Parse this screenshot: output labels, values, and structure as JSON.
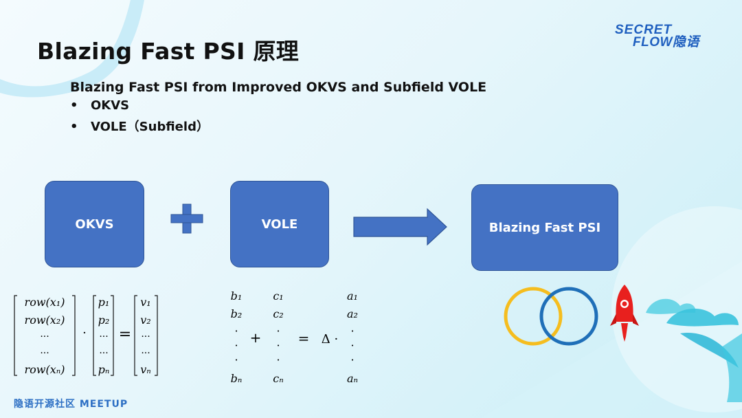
{
  "slide": {
    "title": "Blazing Fast PSI 原理",
    "subtitle": "Blazing Fast PSI from Improved OKVS and Subfield VOLE",
    "bullets": [
      {
        "marker": "•",
        "text": "OKVS"
      },
      {
        "marker": "•",
        "text": "VOLE（Subfield）"
      }
    ]
  },
  "logo": {
    "line1": "SECRET",
    "line2": "FLOW隐语"
  },
  "footer": {
    "text": "隐语开源社区 MEETUP"
  },
  "diagram": {
    "box_okvs": "OKVS",
    "box_vole": "VOLE",
    "box_result": "Blazing Fast PSI",
    "operator_plus": "+",
    "operator_arrow": "→"
  },
  "equation_okvs": {
    "rows": [
      "row(x₁)",
      "row(x₂)",
      "···",
      "···",
      "row(xₙ)"
    ],
    "p": [
      "p₁",
      "p₂",
      "···",
      "···",
      "pₙ"
    ],
    "v": [
      "v₁",
      "v₂",
      "···",
      "···",
      "vₙ"
    ],
    "dot": "·",
    "equals": "="
  },
  "equation_vole": {
    "b": [
      "b₁",
      "b₂",
      "·",
      "·",
      "·",
      "bₙ"
    ],
    "c": [
      "c₁",
      "c₂",
      "·",
      "·",
      "·",
      "cₙ"
    ],
    "a": [
      "a₁",
      "a₂",
      "·",
      "·",
      "·",
      "aₙ"
    ],
    "plus": "+",
    "equals": "=",
    "delta": "Δ ·"
  },
  "colors": {
    "box_fill": "#4472c4",
    "circle_left": "#f5bd1f",
    "circle_right": "#1f6fb8",
    "rocket": "#e8201e",
    "plus_arrow": "#4472c4"
  },
  "icons": [
    "venn-circles-icon",
    "rocket-icon",
    "leaf-decoration-icon"
  ]
}
